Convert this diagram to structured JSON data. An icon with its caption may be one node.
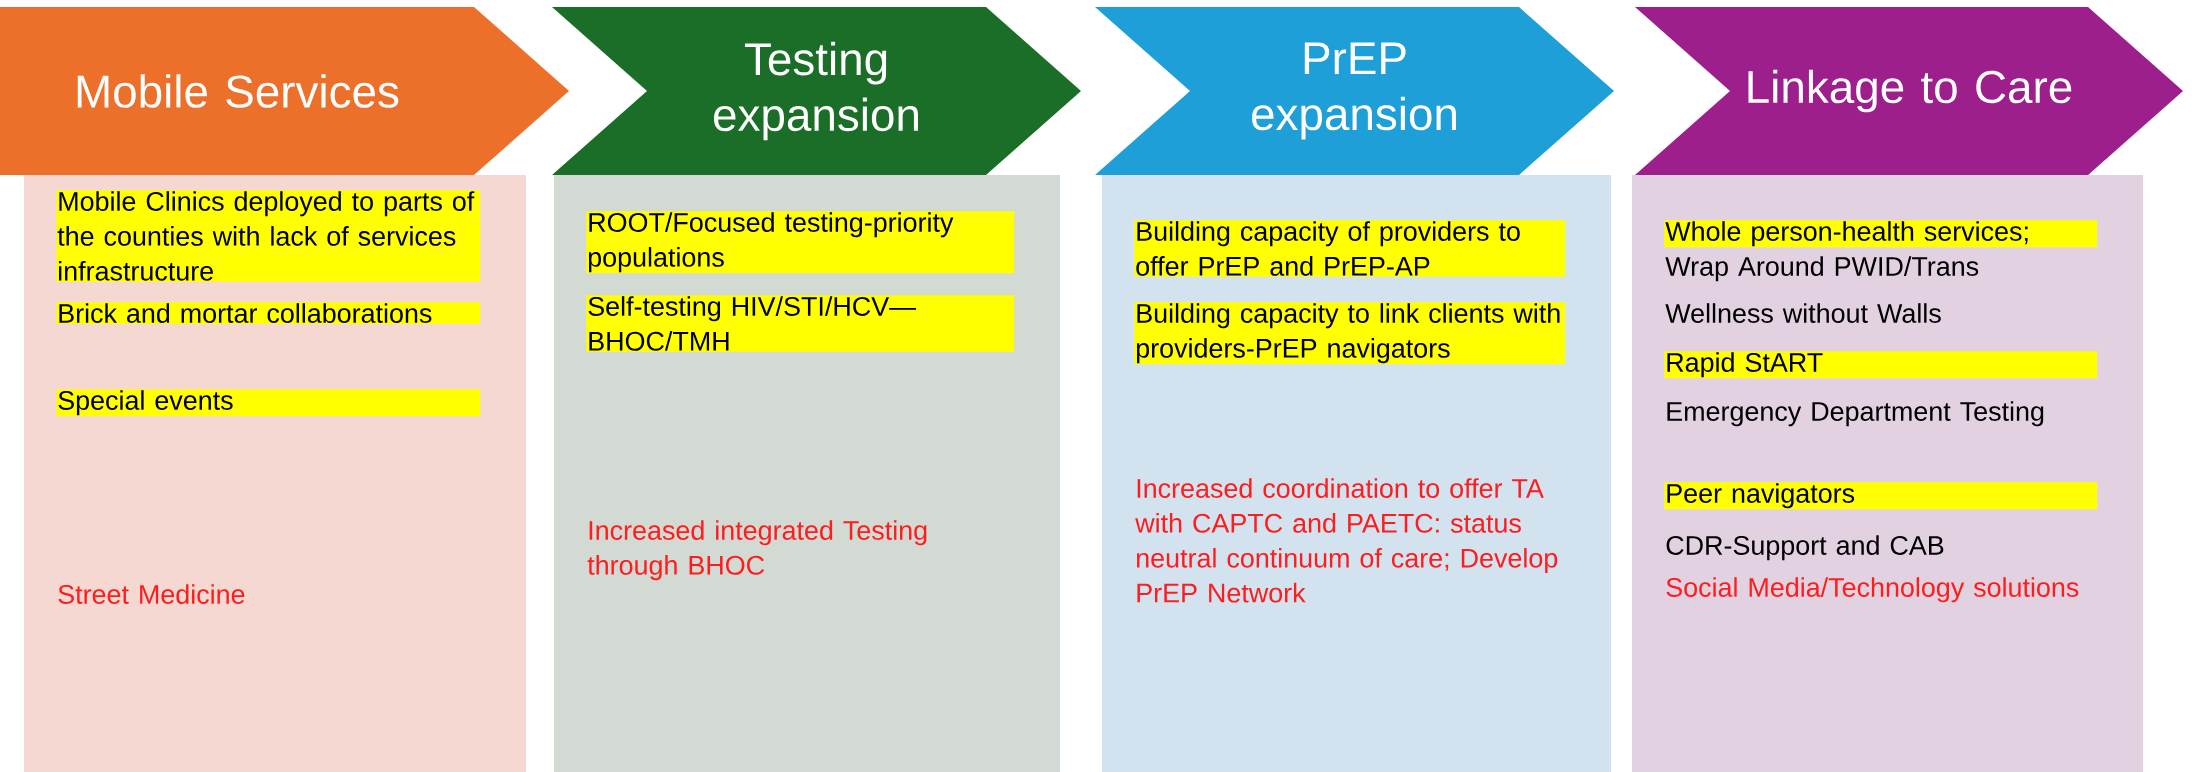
{
  "diagram": {
    "nodes": [
      {
        "text": [
          "Mobile Services"
        ]
      },
      {
        "text": [
          "Testing expansion"
        ]
      },
      {
        "text": [
          "PrEP expansion"
        ]
      },
      {
        "text": [
          "Linkage to Care"
        ]
      },
      {
        "text": [
          "Mobile Clinics deployed to parts of the counties with lack of services infrastructure",
          "Brick and mortar collaborations",
          "Special events",
          "Street Medicine"
        ]
      },
      {
        "text": [
          "ROOT/Focused testing-priority populations",
          "Self-testing HIV/STI/HCV— BHOC/TMH",
          "Increased integrated Testing through BHOC"
        ]
      },
      {
        "text": [
          "Building capacity of providers to offer PrEP and PrEP-AP",
          "Building capacity to link clients with providers-PrEP navigators",
          "Increased coordination to offer TA with CAPTC and PAETC: status neutral continuum of care; Develop PrEP Network"
        ]
      },
      {
        "text": [
          "Whole person-health services;",
          "Wrap Around PWID/Trans",
          "Wellness without Walls",
          "Rapid StART",
          "Emergency Department Testing",
          "Peer navigators",
          "CDR-Support and CAB",
          "Social Media/Technology solutions"
        ]
      }
    ]
  }
}
